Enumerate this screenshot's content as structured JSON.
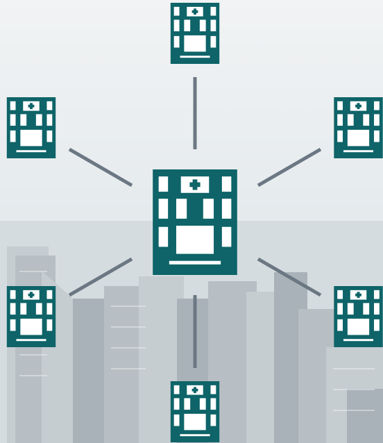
{
  "diagram": {
    "colors": {
      "hospital_teal": "#0e6468",
      "connector_gray": "#6b7783",
      "sky_top": "#f1f3f4",
      "sky_mid": "#e6ebee",
      "city_haze": "#d5dcdf",
      "building_light": "#c6cdd1",
      "building_mid": "#b7bfc4",
      "building_dark": "#a9b2b8"
    },
    "central_node": {
      "icon": "hospital-building-icon"
    },
    "satellite_nodes": [
      {
        "name": "satellite-hospital-top",
        "icon": "hospital-building-icon"
      },
      {
        "name": "satellite-hospital-upper-right",
        "icon": "hospital-building-icon"
      },
      {
        "name": "satellite-hospital-lower-right",
        "icon": "hospital-building-icon"
      },
      {
        "name": "satellite-hospital-bottom",
        "icon": "hospital-building-icon"
      },
      {
        "name": "satellite-hospital-lower-left",
        "icon": "hospital-building-icon"
      },
      {
        "name": "satellite-hospital-upper-left",
        "icon": "hospital-building-icon"
      }
    ]
  }
}
